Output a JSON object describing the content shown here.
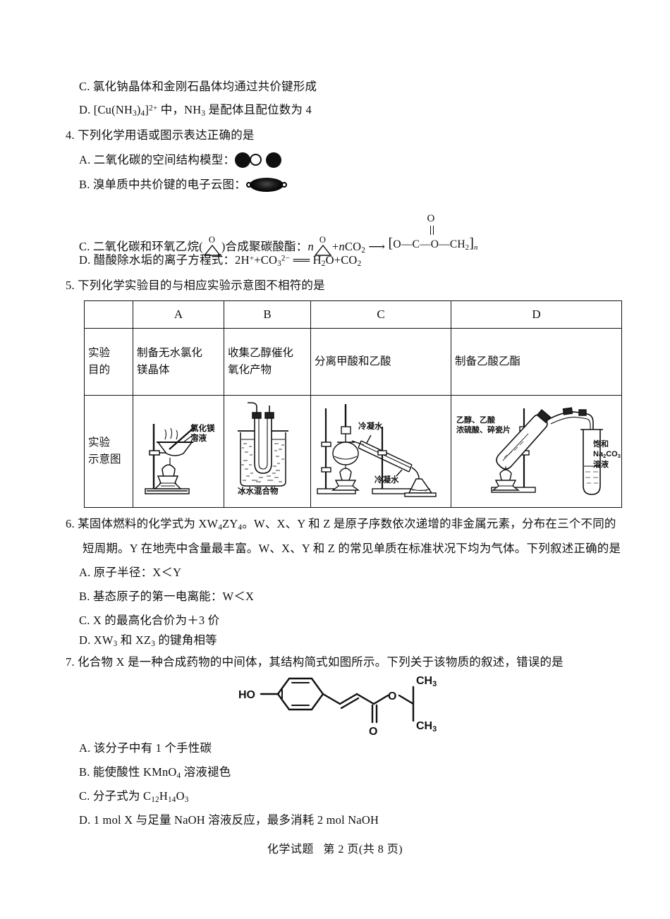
{
  "document": {
    "subject": "化学试题",
    "page_label": "第 2 页(共 8 页)"
  },
  "q3_tail": {
    "option_c": "C. 氯化钠晶体和金刚石晶体均通过共价键形成",
    "option_d_prefix": "D. ",
    "option_d_formula_open": "[Cu(NH",
    "option_d_formula_sub1": "3",
    "option_d_formula_mid": ")",
    "option_d_formula_sub2": "4",
    "option_d_formula_close": "]",
    "option_d_sup": "2+",
    "option_d_rest": " 中，NH",
    "option_d_sub3": "3",
    "option_d_rest2": " 是配体且配位数为 4"
  },
  "q4": {
    "stem": "4. 下列化学用语或图示表达正确的是",
    "option_a_text": "A. 二氧化碳的空间结构模型：",
    "option_b_text": "B. 溴单质中共价键的电子云图：",
    "option_c_text": "C. 二氧化碳和环氧乙烷(",
    "option_c_text2": ")合成聚碳酸酯：",
    "option_c_n1": "n",
    "option_c_plus": "+",
    "option_c_nco2": "n",
    "option_c_co2": "CO",
    "option_c_co2_sub": "2",
    "option_c_arrow": "⟶",
    "option_c_poly_o": "O",
    "option_c_poly_chain": "O—C—O—CH",
    "option_c_poly_sub": "2",
    "option_c_poly_n": "n",
    "option_d_text": "D. 醋酸除水垢的离子方程式：2H",
    "option_d_sup": "+",
    "option_d_mid": "+CO",
    "option_d_sub": "3",
    "option_d_chg": "2−",
    "option_d_eq": " ══ H",
    "option_d_sub2": "2",
    "option_d_o": "O+CO",
    "option_d_sub3": "2"
  },
  "q5": {
    "stem": "5. 下列化学实验目的与相应实验示意图不相符的是",
    "table": {
      "col_headers": [
        "",
        "A",
        "B",
        "C",
        "D"
      ],
      "row_labels": [
        "实验\n目的",
        "实验\n示意图"
      ],
      "row1_label_line1": "实验",
      "row1_label_line2": "目的",
      "row2_label_line1": "实验",
      "row2_label_line2": "示意图",
      "purposes": [
        "制备无水氯化镁晶体",
        "收集乙醇催化氧化产物",
        "分离甲酸和乙酸",
        "制备乙酸乙酯"
      ],
      "purpose_a_line1": "制备无水氯化",
      "purpose_a_line2": "镁晶体",
      "purpose_b_line1": "收集乙醇催化",
      "purpose_b_line2": "氧化产物",
      "purpose_c": "分离甲酸和乙酸",
      "purpose_d": "制备乙酸乙酯",
      "diagram_labels": {
        "a_label_line1": "氯化镁",
        "a_label_line2": "溶液",
        "b_label": "冰水混合物",
        "c_label_top": "冷凝水",
        "c_label_bottom": "冷凝水",
        "d_label_line1": "乙醇、乙酸",
        "d_label_line2": "浓硫酸、碎瓷片",
        "d_label_right_line1": "饱和",
        "d_label_right_line2": "Na2CO3",
        "d_label_right_line3": "溶液"
      }
    }
  },
  "q6": {
    "stem_line1_a": "6. 某固体燃料的化学式为 XW",
    "stem_line1_sub1": "4",
    "stem_line1_b": "ZY",
    "stem_line1_sub2": "4",
    "stem_line1_c": "。W、X、Y 和 Z 是原子序数依次递增的非金属元素，分布在三个不同的",
    "stem_line2": "短周期。Y 在地壳中含量最丰富。W、X、Y 和 Z 的常见单质在标准状况下均为气体。下列叙述正确的是",
    "option_a": "A. 原子半径：X＜Y",
    "option_b": "B. 基态原子的第一电离能：W＜X",
    "option_c": "C. X 的最高化合价为＋3 价",
    "option_d_a": "D. XW",
    "option_d_sub1": "3",
    "option_d_b": " 和 XZ",
    "option_d_sub2": "3",
    "option_d_c": " 的键角相等"
  },
  "q7": {
    "stem": "7. 化合物 X 是一种合成药物的中间体，其结构简式如图所示。下列关于该物质的叙述，错误的是",
    "structure": {
      "ho_label": "HO",
      "o_ester_label": "O",
      "o_carbonyl_label": "O",
      "ch3_top": "CH3",
      "ch3_bottom": "CH3"
    },
    "option_a": "A. 该分子中有 1 个手性碳",
    "option_b_a": "B. 能使酸性 KMnO",
    "option_b_sub": "4",
    "option_b_b": " 溶液褪色",
    "option_c_a": "C. 分子式为 C",
    "option_c_sub1": "12",
    "option_c_b": "H",
    "option_c_sub2": "14",
    "option_c_c": "O",
    "option_c_sub3": "3",
    "option_d": "D. 1 mol X 与足量 NaOH 溶液反应，最多消耗 2 mol NaOH"
  },
  "colors": {
    "ink": "#111111",
    "paper": "#ffffff"
  }
}
